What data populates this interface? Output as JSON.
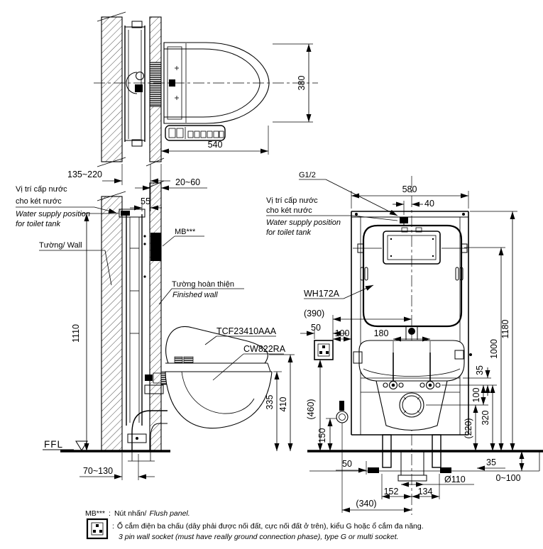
{
  "drawing": {
    "models": {
      "washlet_unit": "TCF23410AAA",
      "toilet_bowl": "CW822RA",
      "concealed_tank": "WH172A"
    },
    "callouts": {
      "supply_thread": "G1/2",
      "flush_panel_code": "MB***",
      "floor_level": "FFL",
      "wall_label": "Tường/ Wall",
      "finished_wall_vi": "Tường hoàn thiện",
      "finished_wall_en": "Finished wall",
      "water_supply_vi_line1": "Vị trí cấp nước",
      "water_supply_vi_line2": "cho két nước",
      "water_supply_en_line1": "Water supply position",
      "water_supply_en_line2": "for toilet tank"
    },
    "dimensions_mm": {
      "seat_depth": "540",
      "seat_width": "380",
      "wall_cavity_depth": "135~220",
      "finished_wall_thickness": "20~60",
      "tank_to_wall_gap": "55",
      "water_supply_height": "1110",
      "bowl_rim_height": "335",
      "seat_top_height": "410",
      "drain_offset_from_wall": "70~130",
      "frame_width": "580",
      "supply_offset_from_center": "40",
      "frame_height": "1180",
      "tank_top_height": "1000",
      "socket_offset_from_center": "(390)",
      "socket_width": "50",
      "socket_to_frame": "100",
      "fixing_bolt_pitch": "180",
      "plate_to_bolt": "35",
      "bolt_to_drain": "100",
      "bolt_height": "320",
      "drain_center_height": "(220)",
      "stop_valve_alt_height": "(460)",
      "stop_valve_height": "150",
      "leg_offset": "50",
      "drain_pipe_diameter": "Ø110",
      "drain_to_left_leg": "152",
      "drain_to_right_leg": "134",
      "valve_offset_from_center": "(340)",
      "floor_buildup": "0~100",
      "frame_edge_offset": "35"
    },
    "notes": {
      "flush_panel": {
        "code": "MB***",
        "separator": ":",
        "label_vi": "Nút nhấn/",
        "label_en": "Flush panel."
      },
      "socket": {
        "separator": ":",
        "text_vi": "Ổ cắm điện ba chấu (dây phải được nối đất, cực nối đất ở trên), kiểu G hoặc ổ cắm đa năng.",
        "text_en": "3 pin wall socket (must have really ground connection phase), type G or multi socket."
      }
    },
    "colors": {
      "line": "#000000",
      "background": "#ffffff"
    }
  }
}
